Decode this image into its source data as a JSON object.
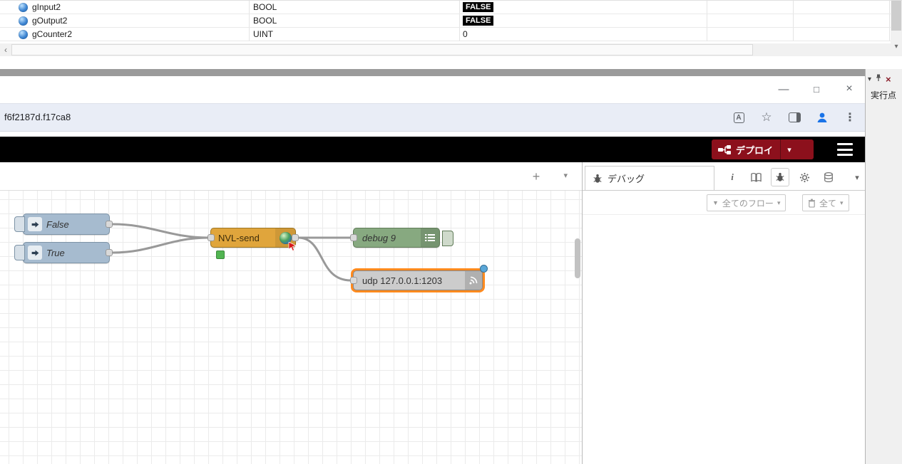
{
  "plc_table": {
    "rows": [
      {
        "name": "gInput2",
        "type": "BOOL",
        "value": "FALSE"
      },
      {
        "name": "gOutput2",
        "type": "BOOL",
        "value": "FALSE"
      },
      {
        "name": "gCounter2",
        "type": "UINT",
        "value": "0"
      }
    ]
  },
  "browser": {
    "url": "f6f2187d.f17ca8"
  },
  "nodered": {
    "deploy_label": "デプロイ",
    "sidebar_tab": "デバッグ",
    "filter_flows": "全てのフロー",
    "filter_all": "全て",
    "nodes": {
      "inject_false": "False",
      "inject_true": "True",
      "nvl_send": "NVL-send",
      "debug": "debug 9",
      "udp": "udp 127.0.0.1:1203"
    }
  },
  "side_panel": {
    "title": "実行点"
  },
  "icons": {
    "minimize": "—",
    "maximize": "□",
    "close": "×",
    "translate": "A",
    "star": "☆",
    "menu_dots": "⋮",
    "caret_down": "▾",
    "plus": "+",
    "scroll_left": "‹",
    "scroll_down": "▾",
    "funnel": "▼",
    "info": "i",
    "panel_close": "×"
  },
  "colors": {
    "deploy_red": "#8C101C",
    "inject_blue": "#a6bbcf",
    "debug_green": "#87a980",
    "nvl_orange": "#e0a53c",
    "udp_gray": "#cccccc",
    "selection_orange": "#ff8a1e",
    "status_green": "#52b452",
    "wire_gray": "#999999"
  }
}
